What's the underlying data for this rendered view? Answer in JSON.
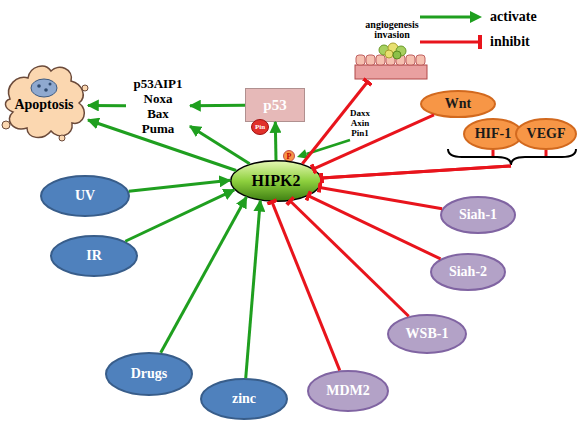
{
  "diagram": {
    "nodes": [
      {
        "text": [
          "Apoptosis"
        ]
      },
      {
        "text": [
          "p53AIP1 Noxa Bax Puma"
        ]
      },
      {
        "text": [
          "p53"
        ]
      },
      {
        "text": [
          "Pin"
        ]
      },
      {
        "text": [
          "P"
        ]
      },
      {
        "text": [
          "angiogenesis invasion"
        ]
      },
      {
        "text": [
          "Wnt"
        ]
      },
      {
        "text": [
          "HIF-1"
        ]
      },
      {
        "text": [
          "VEGF"
        ]
      },
      {
        "text": [
          "HIPK2"
        ]
      },
      {
        "text": [
          "Siah-1"
        ]
      },
      {
        "text": [
          "Siah-2"
        ]
      },
      {
        "text": [
          "WSB-1"
        ]
      },
      {
        "text": [
          "MDM2"
        ]
      },
      {
        "text": [
          "UV"
        ]
      },
      {
        "text": [
          "IR"
        ]
      },
      {
        "text": [
          "Drugs"
        ]
      },
      {
        "text": [
          "zinc"
        ]
      }
    ],
    "edges": [
      {
        "from": 14,
        "to": 9,
        "arrow": "to"
      },
      {
        "from": 15,
        "to": 9,
        "arrow": "to"
      },
      {
        "from": 16,
        "to": 9,
        "arrow": "to"
      },
      {
        "from": 17,
        "to": 9,
        "arrow": "to"
      },
      {
        "from": 13,
        "to": 9,
        "arrow": "to"
      },
      {
        "from": 12,
        "to": 9,
        "arrow": "to"
      },
      {
        "from": 11,
        "to": 9,
        "arrow": "to"
      },
      {
        "from": 10,
        "to": 9,
        "arrow": "to"
      },
      {
        "from": 7,
        "to": 9,
        "arrow": "to"
      },
      {
        "from": 8,
        "to": 9,
        "arrow": "to"
      },
      {
        "from": 6,
        "to": 9,
        "arrow": "to"
      },
      {
        "from": 9,
        "to": 5,
        "arrow": "to"
      },
      {
        "from": 9,
        "to": 2,
        "arrow": "to"
      },
      {
        "from": 9,
        "to": 1,
        "arrow": "to"
      },
      {
        "from": 9,
        "to": 0,
        "arrow": "to"
      },
      {
        "from": 2,
        "to": 1,
        "arrow": "to"
      },
      {
        "from": 1,
        "to": 0,
        "arrow": "to"
      }
    ],
    "labels": [
      "Daxx Axin Pin1"
    ],
    "legend": [
      {
        "text": "activate"
      },
      {
        "text": "inhibit"
      }
    ]
  }
}
